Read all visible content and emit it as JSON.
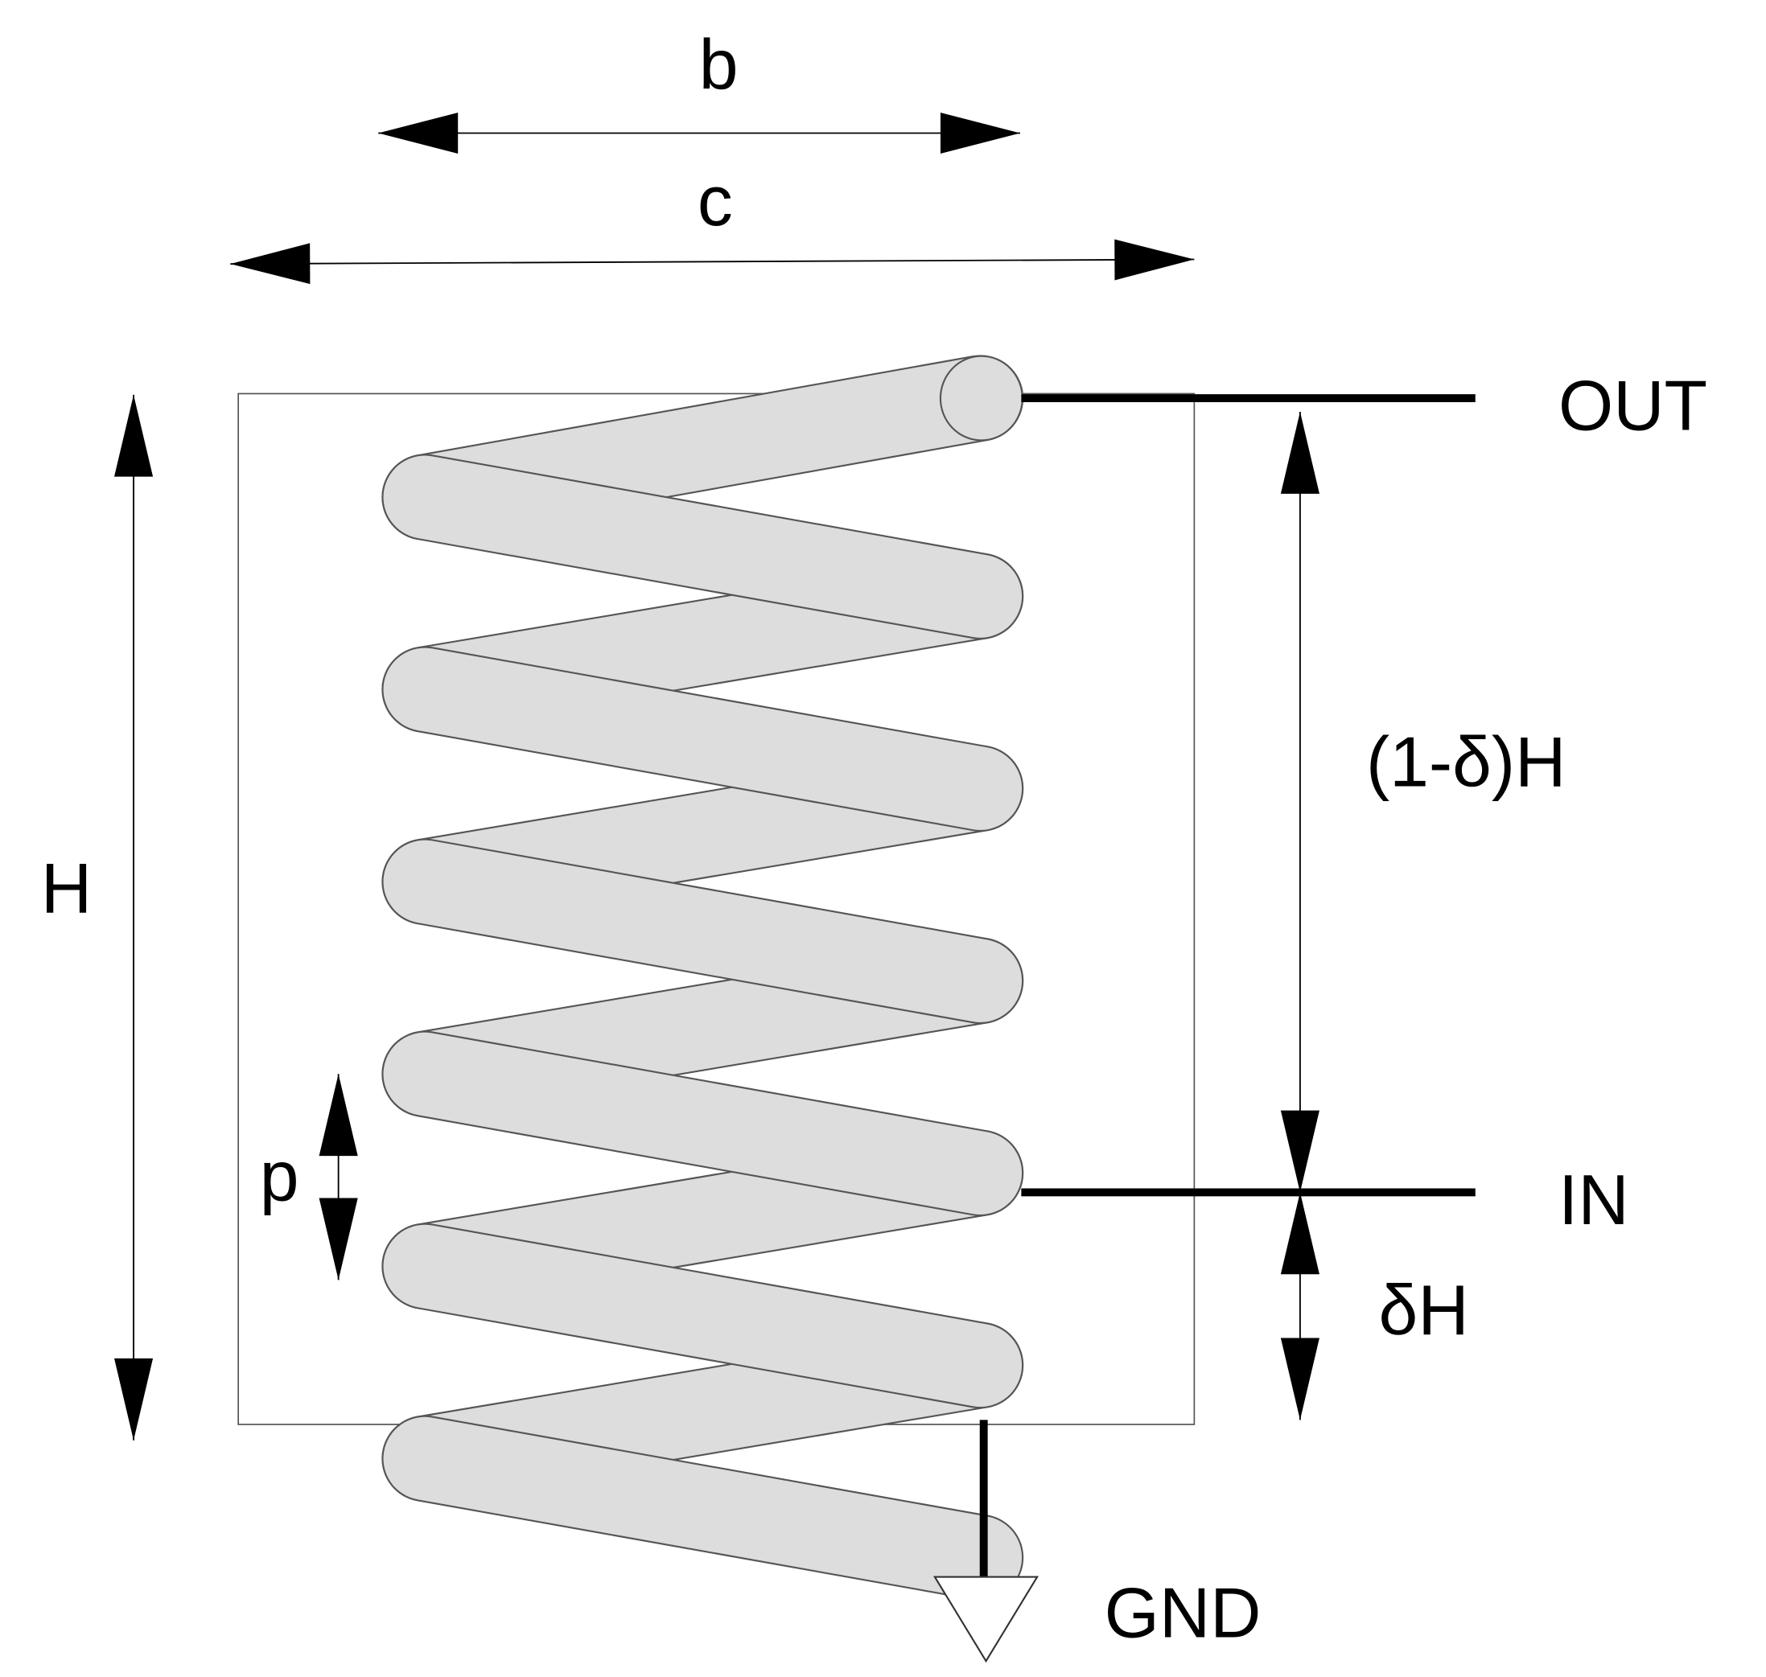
{
  "labels": {
    "b": "b",
    "c": "c",
    "H": "H",
    "p": "p",
    "out": "OUT",
    "in": "IN",
    "gnd": "GND",
    "upper_height": "(1-δ)H",
    "lower_height": "δH"
  },
  "colors": {
    "coil_fill": "#dddddd",
    "coil_edge": "#555555",
    "line": "#000000",
    "frame": "#555555"
  },
  "coil": {
    "front_turns": 6
  }
}
